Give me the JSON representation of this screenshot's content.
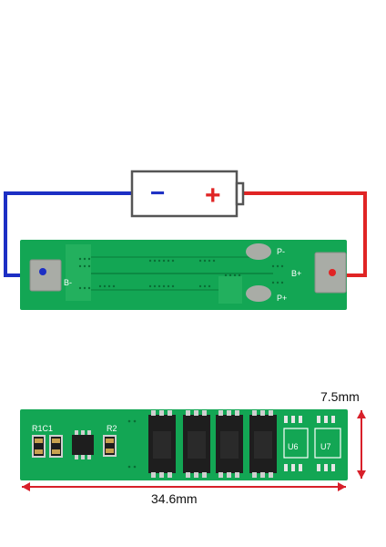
{
  "battery": {
    "minus": "−",
    "plus": "+"
  },
  "board_top": {
    "pad_bminus": "B-",
    "pad_pminus": "P-",
    "pad_bplus": "B+",
    "pad_pplus": "P+"
  },
  "board_bottom": {
    "r1c1": "R1C1",
    "r2": "R2",
    "u6": "U6",
    "u7": "U7"
  },
  "dimensions": {
    "width": "34.6mm",
    "height": "7.5mm"
  },
  "colors": {
    "board_green": "#13a654",
    "wire_blue": "#1c2fc4",
    "wire_red": "#e02424",
    "dim_red": "#d8202a",
    "silver_pad": "#a9aca6",
    "chip_black": "#1e1e1e"
  }
}
